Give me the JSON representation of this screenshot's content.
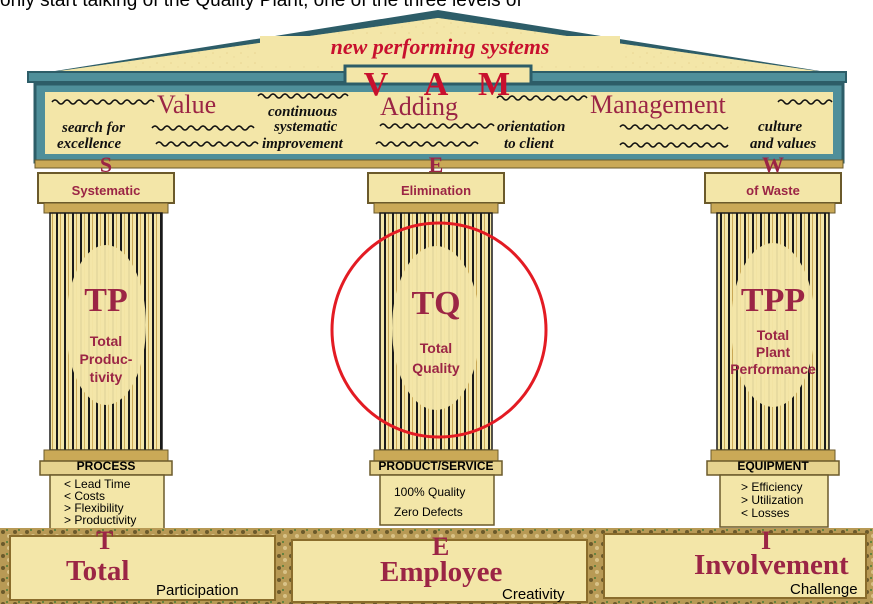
{
  "cropped_top_text": "only start talking of the Quality Plant, one of the three levels of",
  "roof": {
    "title": "new performing systems",
    "vam_letters": [
      "V",
      "A",
      "M"
    ]
  },
  "frieze": {
    "value": "Value",
    "adding": "Adding",
    "management": "Management",
    "search_for": "search for",
    "excellence": "excellence",
    "continuous": "continuous",
    "systematic": "systematic",
    "improvement": "improvement",
    "orientation": "orientation",
    "to_client": "to client",
    "culture": "culture",
    "and_values": "and values"
  },
  "capitals": [
    {
      "letter": "S",
      "label": "Systematic"
    },
    {
      "letter": "E",
      "label": "Elimination"
    },
    {
      "letter": "W",
      "label": "of Waste"
    }
  ],
  "pillars": [
    {
      "abbr": "TP",
      "sub": [
        "Total",
        "Produc-",
        "tivity"
      ]
    },
    {
      "abbr": "TQ",
      "sub": [
        "Total",
        "Quality"
      ]
    },
    {
      "abbr": "TPP",
      "sub": [
        "Total",
        "Plant",
        "Performance"
      ]
    }
  ],
  "bases": [
    {
      "head": "PROCESS",
      "items": [
        "< Lead Time",
        "< Costs",
        "> Flexibility",
        "> Productivity"
      ]
    },
    {
      "head": "PRODUCT/SERVICE",
      "items": [
        "100% Quality",
        "Zero Defects"
      ]
    },
    {
      "head": "EQUIPMENT",
      "items": [
        "> Efficiency",
        "> Utilization",
        "< Losses"
      ]
    }
  ],
  "foundation": [
    {
      "letter": "T",
      "word": "Total",
      "sub": "Participation"
    },
    {
      "letter": "E",
      "word": "Employee",
      "sub": "Creativity"
    },
    {
      "letter": "I",
      "word": "Involvement",
      "sub": "Challenge"
    }
  ],
  "colors": {
    "maroon": "#9b2545",
    "title_red": "#c8102e",
    "highlight_circle": "#e31b23",
    "stone": "#f3e6a8",
    "stone_dark": "#b08a3c",
    "roof_teal": "#4f8f9a",
    "roof_dark": "#2d5d68"
  }
}
